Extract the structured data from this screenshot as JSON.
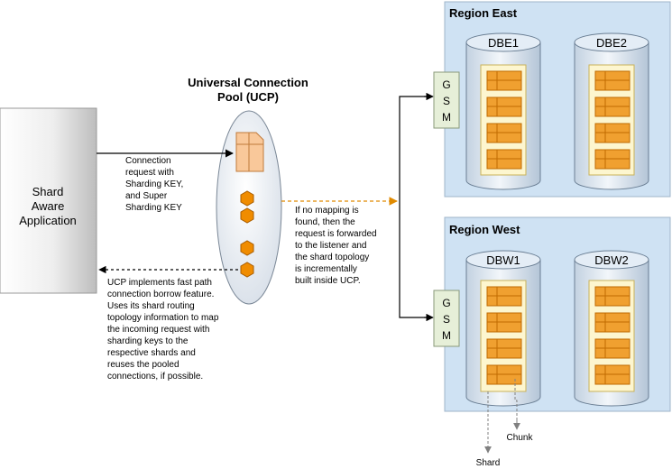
{
  "application": {
    "label_lines": [
      "Shard",
      "Aware",
      "Application"
    ]
  },
  "ucp": {
    "title_lines": [
      "Universal Connection",
      "Pool (UCP)"
    ]
  },
  "connection_request": {
    "lines": [
      "Connection",
      "request with",
      "Sharding KEY,",
      "and Super",
      "Sharding KEY"
    ]
  },
  "forward_note": {
    "lines": [
      "If no mapping is",
      "found, then the",
      "request is forwarded",
      "to the listener and",
      "the shard topology",
      "is incrementally",
      "built inside UCP."
    ]
  },
  "borrow_note": {
    "lines": [
      "UCP implements fast path",
      "connection borrow feature.",
      "Uses its shard routing",
      "topology information to map",
      "the incoming request with",
      "sharding keys to the",
      "respective shards and",
      "reuses the pooled",
      "connections, if possible."
    ]
  },
  "region_east": {
    "title": "Region East",
    "gsm_letters": [
      "G",
      "S",
      "M"
    ],
    "databases": [
      "DBE1",
      "DBE2"
    ]
  },
  "region_west": {
    "title": "Region West",
    "gsm_letters": [
      "G",
      "S",
      "M"
    ],
    "databases": [
      "DBW1",
      "DBW2"
    ]
  },
  "legend": {
    "chunk": "Chunk",
    "shard": "Shard"
  },
  "colors": {
    "region_fill": "#cfe2f3",
    "cylinder_fill": "#dce7f2",
    "shard_fill": "#fdf6cf",
    "chunk_fill": "#f0a030",
    "chunk_border": "#c06a00",
    "hexagon_fill": "#f08c00",
    "gsm_fill": "#e6efd8",
    "dashed_orange": "#e08a00"
  }
}
